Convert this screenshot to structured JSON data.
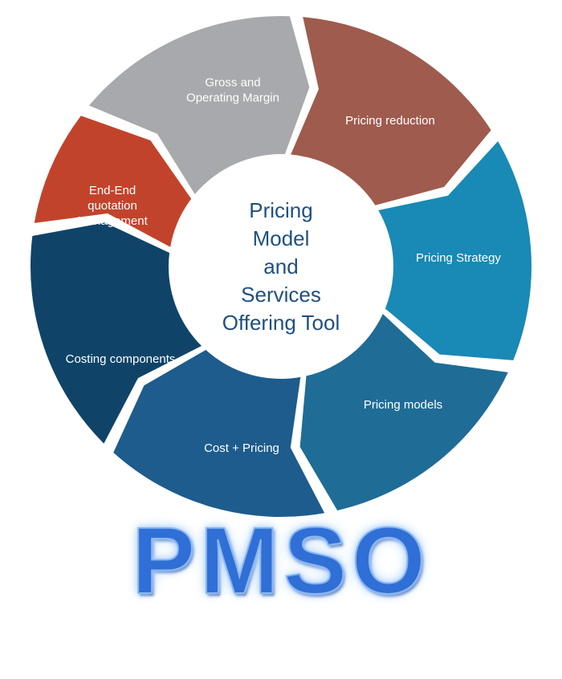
{
  "center": {
    "lines": [
      "Pricing",
      "Model",
      "and",
      "Services",
      "Offering Tool"
    ]
  },
  "segments": [
    {
      "id": "gross-margin",
      "lines": [
        "Gross and",
        "Operating Margin"
      ],
      "color": "#a7a9ac"
    },
    {
      "id": "pricing-reduction",
      "lines": [
        "Pricing reduction"
      ],
      "color": "#9e5b4e"
    },
    {
      "id": "pricing-strategy",
      "lines": [
        "Pricing Strategy"
      ],
      "color": "#1989b5"
    },
    {
      "id": "pricing-models",
      "lines": [
        "Pricing models"
      ],
      "color": "#1f6c96"
    },
    {
      "id": "cost-pricing",
      "lines": [
        "Cost + Pricing"
      ],
      "color": "#1d5c8c"
    },
    {
      "id": "costing-components",
      "lines": [
        "Costing components"
      ],
      "color": "#0f4468"
    },
    {
      "id": "end-end-quotation",
      "lines": [
        "End-End",
        "quotation",
        "Management"
      ],
      "color": "#c2432b"
    }
  ],
  "brand": {
    "text": "PMSO",
    "color": "#2f6fd6"
  }
}
